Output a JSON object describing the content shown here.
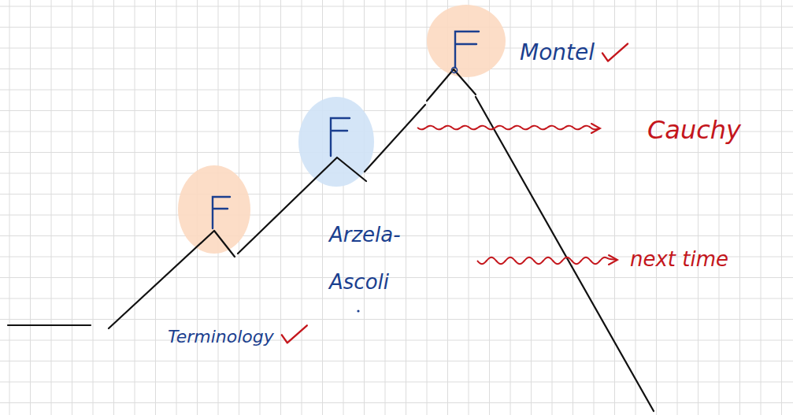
{
  "diagram": {
    "labels": [
      "Montel",
      "Cauchy",
      "Arzela- Ascoli",
      "next time",
      "Terminology"
    ]
  }
}
